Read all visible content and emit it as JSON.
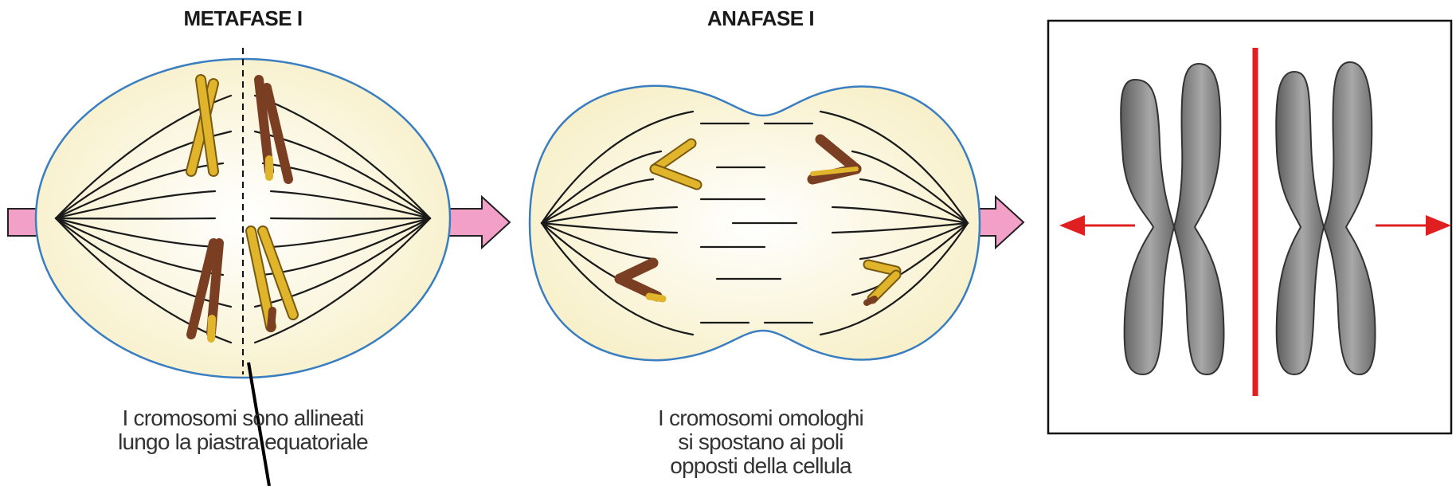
{
  "metafase": {
    "title": "METAFASE I",
    "caption_line1": "I cromosomi sono allineati",
    "caption_line2": "lungo la piastra equatoriale"
  },
  "anafase": {
    "title": "ANAFASE I",
    "caption_line1": "I cromosomi omologhi",
    "caption_line2": "si spostano ai poli",
    "caption_line3": "opposti della cellula"
  },
  "colors": {
    "cell_fill": "#fbf6d9",
    "cell_border": "#3a7ec2",
    "spindle": "#1a1a1a",
    "chromosome_gold": "#e0b52b",
    "chromosome_brown": "#7a3f22",
    "arrow_pink": "#f2a0c8",
    "chromosome_gray": "#8a8a8a",
    "separation_red": "#e02020"
  }
}
